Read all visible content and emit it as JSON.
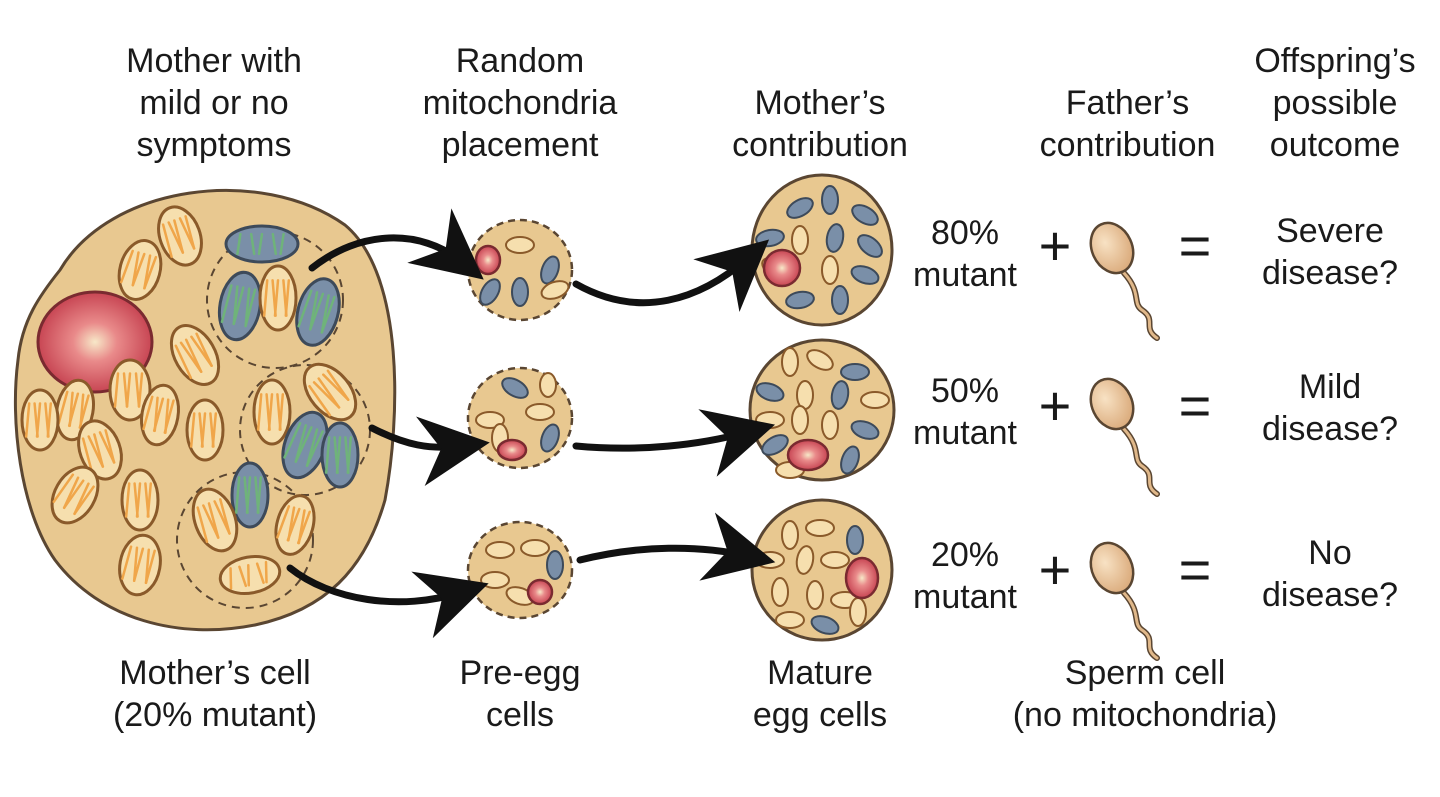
{
  "headers": {
    "mother": "Mother with\nmild or no\nsymptoms",
    "random": "Random\nmitochondria\nplacement",
    "mothers_contribution": "Mother’s\ncontribution",
    "fathers_contribution": "Father’s\ncontribution",
    "outcome": "Offspring’s\npossible\noutcome"
  },
  "footers": {
    "mother_cell": "Mother’s cell\n(20% mutant)",
    "pre_egg": "Pre-egg\ncells",
    "mature_egg": "Mature\negg cells",
    "sperm": "Sperm cell\n(no mitochondria)"
  },
  "rows": [
    {
      "mutant": "80%\nmutant",
      "outcome": "Severe\ndisease?"
    },
    {
      "mutant": "50%\nmutant",
      "outcome": "Mild\ndisease?"
    },
    {
      "mutant": "20%\nmutant",
      "outcome": "No\ndisease?"
    }
  ],
  "symbols": {
    "plus": "+",
    "equals": "="
  },
  "colors": {
    "cell_fill": "#e8c890",
    "cell_stroke": "#5a4632",
    "healthy_mito": "#f6dfae",
    "mutant_mito": "#7a8fa8",
    "nucleus": "#c8404f",
    "sperm": "#e0b88a",
    "arrow": "#111111"
  }
}
